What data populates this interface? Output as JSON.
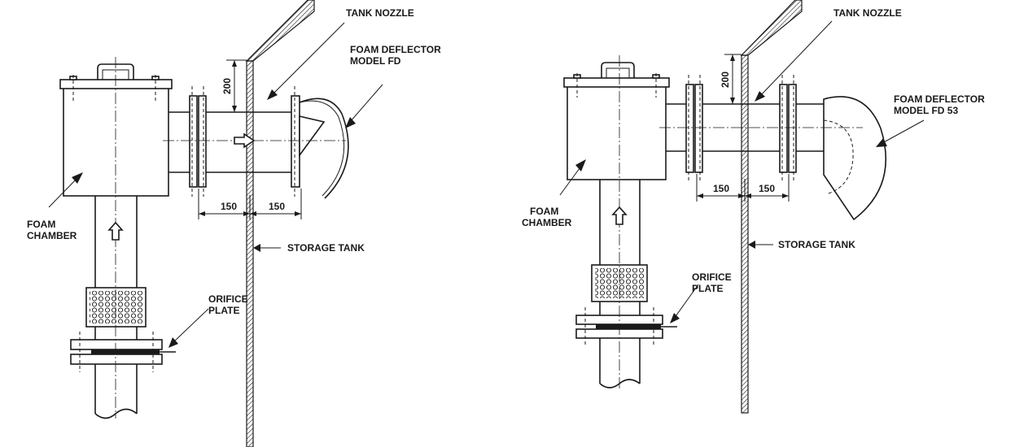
{
  "left": {
    "tank_nozzle": "TANK NOZZLE",
    "deflector_line1": "FOAM DEFLECTOR",
    "deflector_line2": "MODEL FD",
    "chamber_line1": "FOAM",
    "chamber_line2": "CHAMBER",
    "storage_tank": "STORAGE TANK",
    "orifice_line1": "ORIFICE",
    "orifice_line2": "PLATE",
    "dim_vertical": "200",
    "dim_h1": "150",
    "dim_h2": "150"
  },
  "right": {
    "tank_nozzle": "TANK NOZZLE",
    "deflector_line1": "FOAM DEFLECTOR",
    "deflector_line2": "MODEL FD 53",
    "chamber_line1": "FOAM",
    "chamber_line2": "CHAMBER",
    "storage_tank": "STORAGE TANK",
    "orifice_line1": "ORIFICE",
    "orifice_line2": "PLATE",
    "dim_vertical": "200",
    "dim_h1": "150",
    "dim_h2": "150"
  },
  "colors": {
    "ink": "#1a1a1a",
    "paper": "#ffffff"
  }
}
